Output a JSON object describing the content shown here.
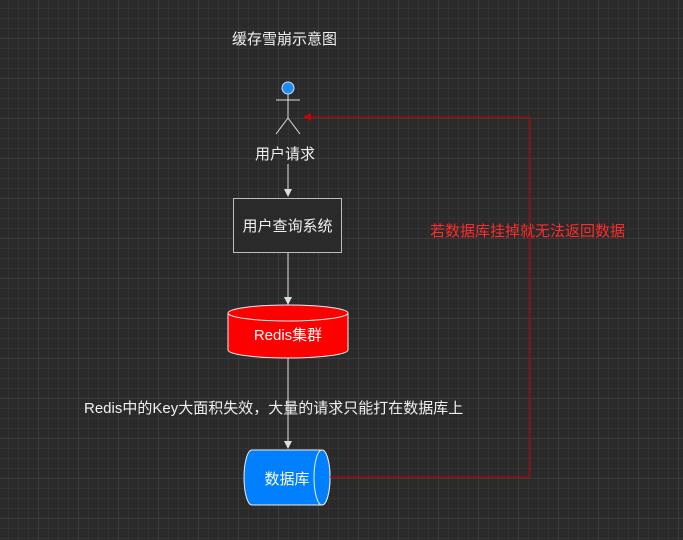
{
  "title": "缓存雪崩示意图",
  "actor": {
    "label": "用户请求"
  },
  "system": {
    "label": "用户查询系统"
  },
  "redis": {
    "label": "Redis集群"
  },
  "database": {
    "label": "数据库"
  },
  "notes": {
    "expiry": "Redis中的Key大面积失效，大量的请求只能打在数据库上",
    "failure": "若数据库挂掉就无法返回数据"
  },
  "colors": {
    "background": "#2a2a2a",
    "redis": "#ff0000",
    "database": "#007fff",
    "failure_arrow": "#cc0000",
    "actor_head": "#1a8cff"
  }
}
